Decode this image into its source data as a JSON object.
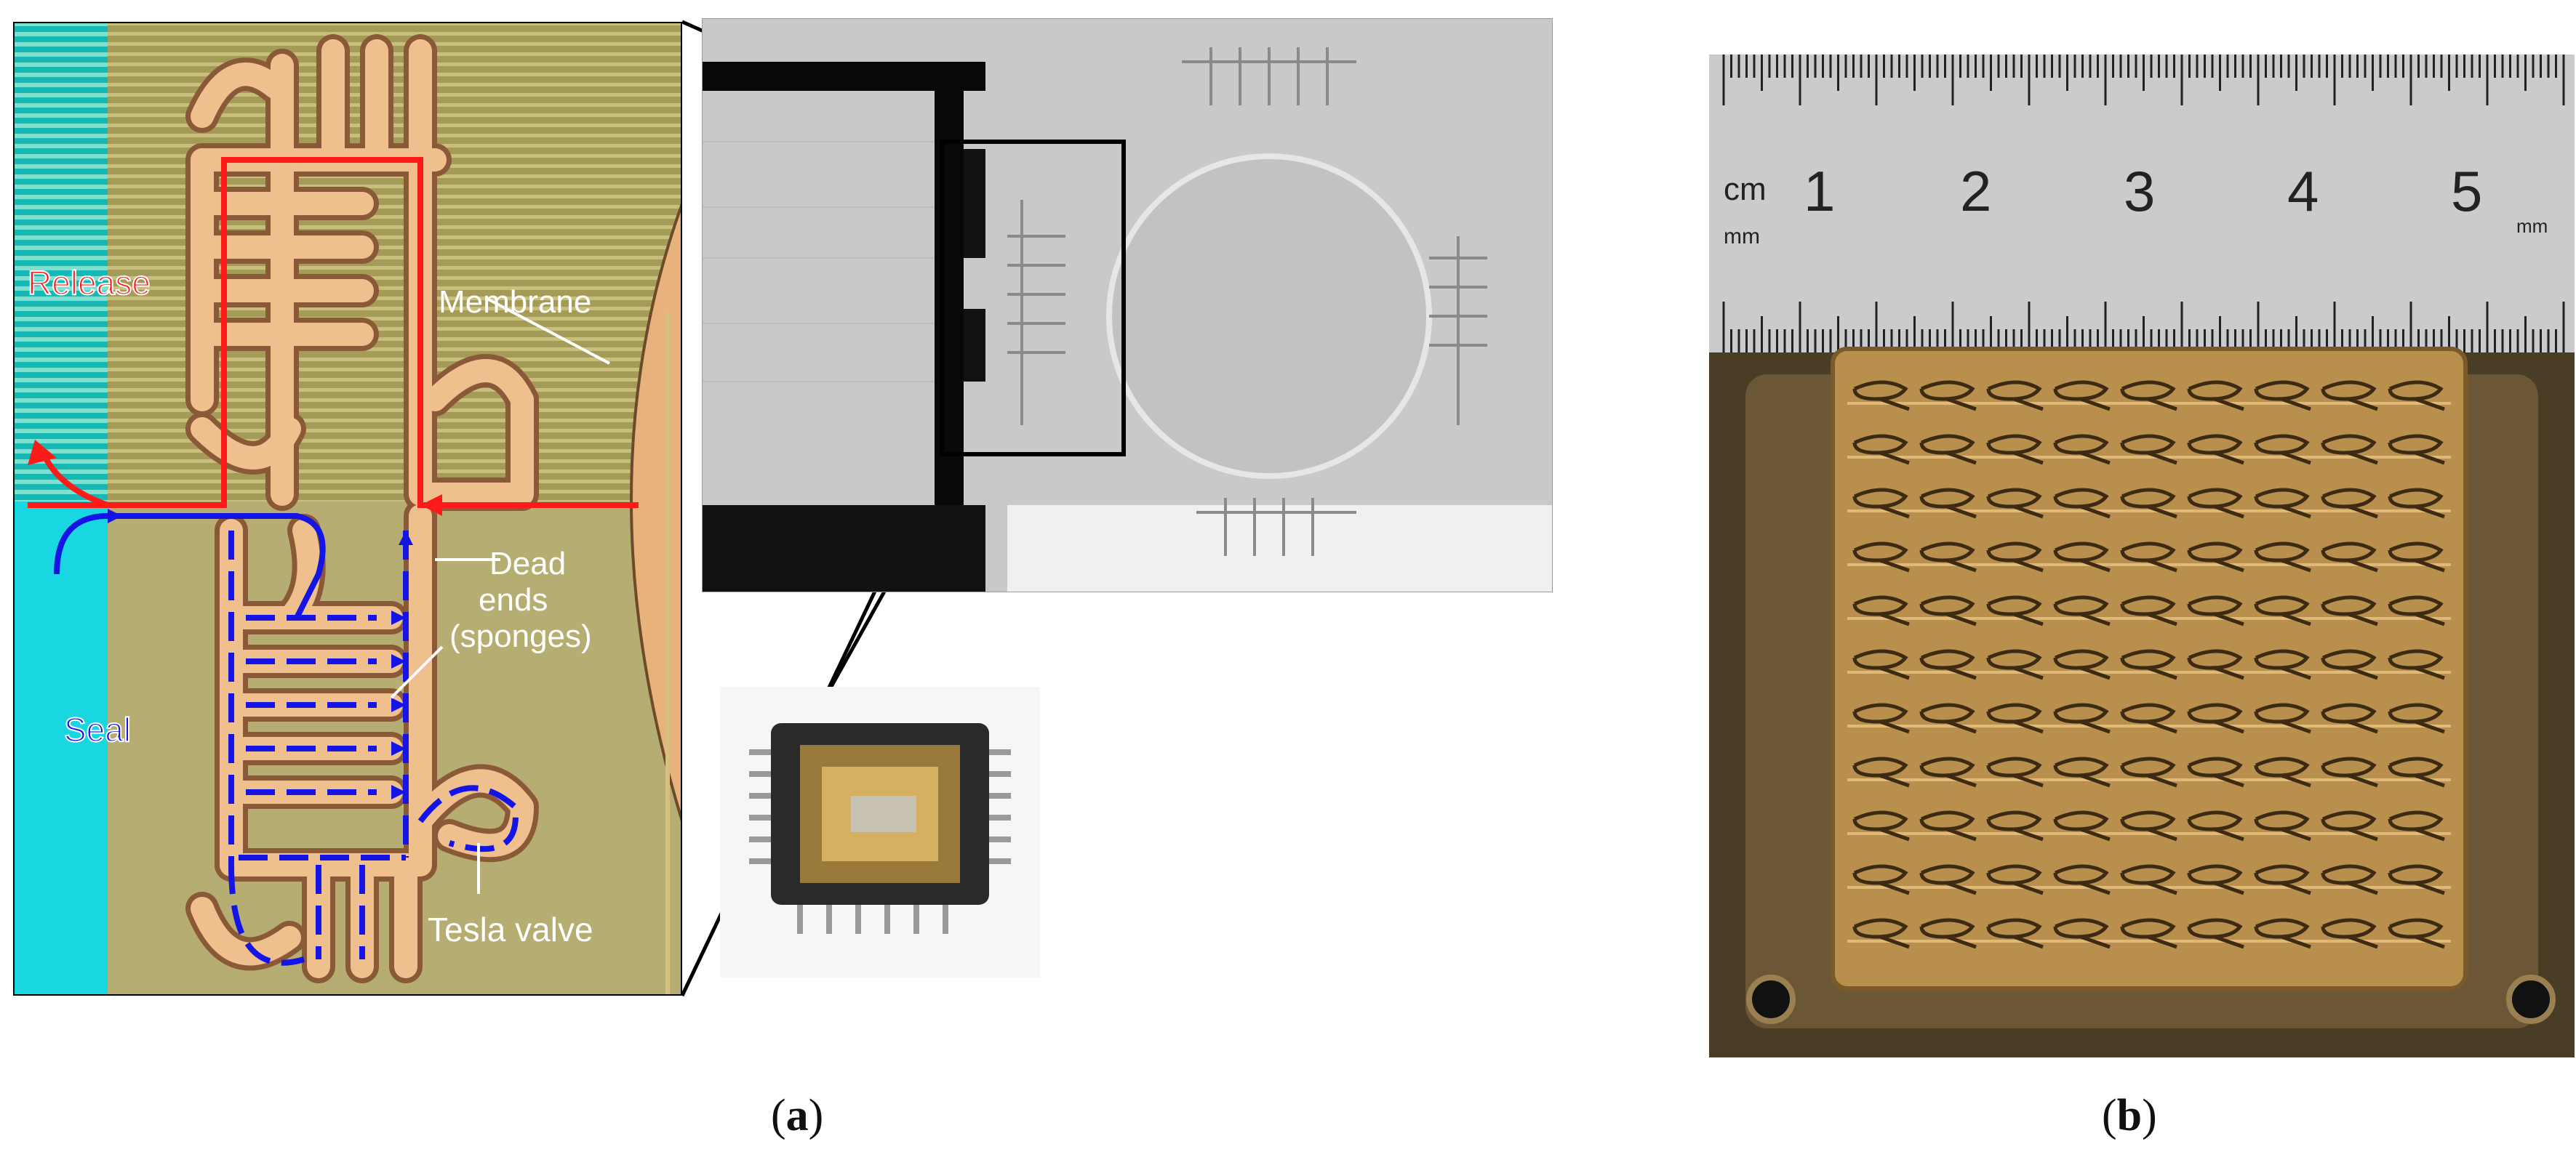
{
  "panel_a": {
    "labels": {
      "release": "Release",
      "membrane": "Membrane",
      "dead_ends": "Dead",
      "dead_ends_2": "ends",
      "dead_ends_3": "(sponges)",
      "seal": "Seal",
      "tesla_valve": "Tesla valve"
    },
    "caption": "a",
    "colors": {
      "release_path": "#ff1a1a",
      "seal_path": "#1414e6",
      "cyan_region": "#19d7e0",
      "olive_region": "#b5ad72",
      "channel": "#efbf8e"
    }
  },
  "panel_b": {
    "ruler": {
      "unit_top": "cm",
      "unit_bottom": "mm",
      "unit_right": "mm",
      "numbers": [
        "1",
        "2",
        "3",
        "4",
        "5"
      ]
    },
    "caption": "b",
    "colors": {
      "plate": "#b98f4e",
      "frame": "#5a4a2e",
      "ruler": "#c9cbcd"
    }
  }
}
